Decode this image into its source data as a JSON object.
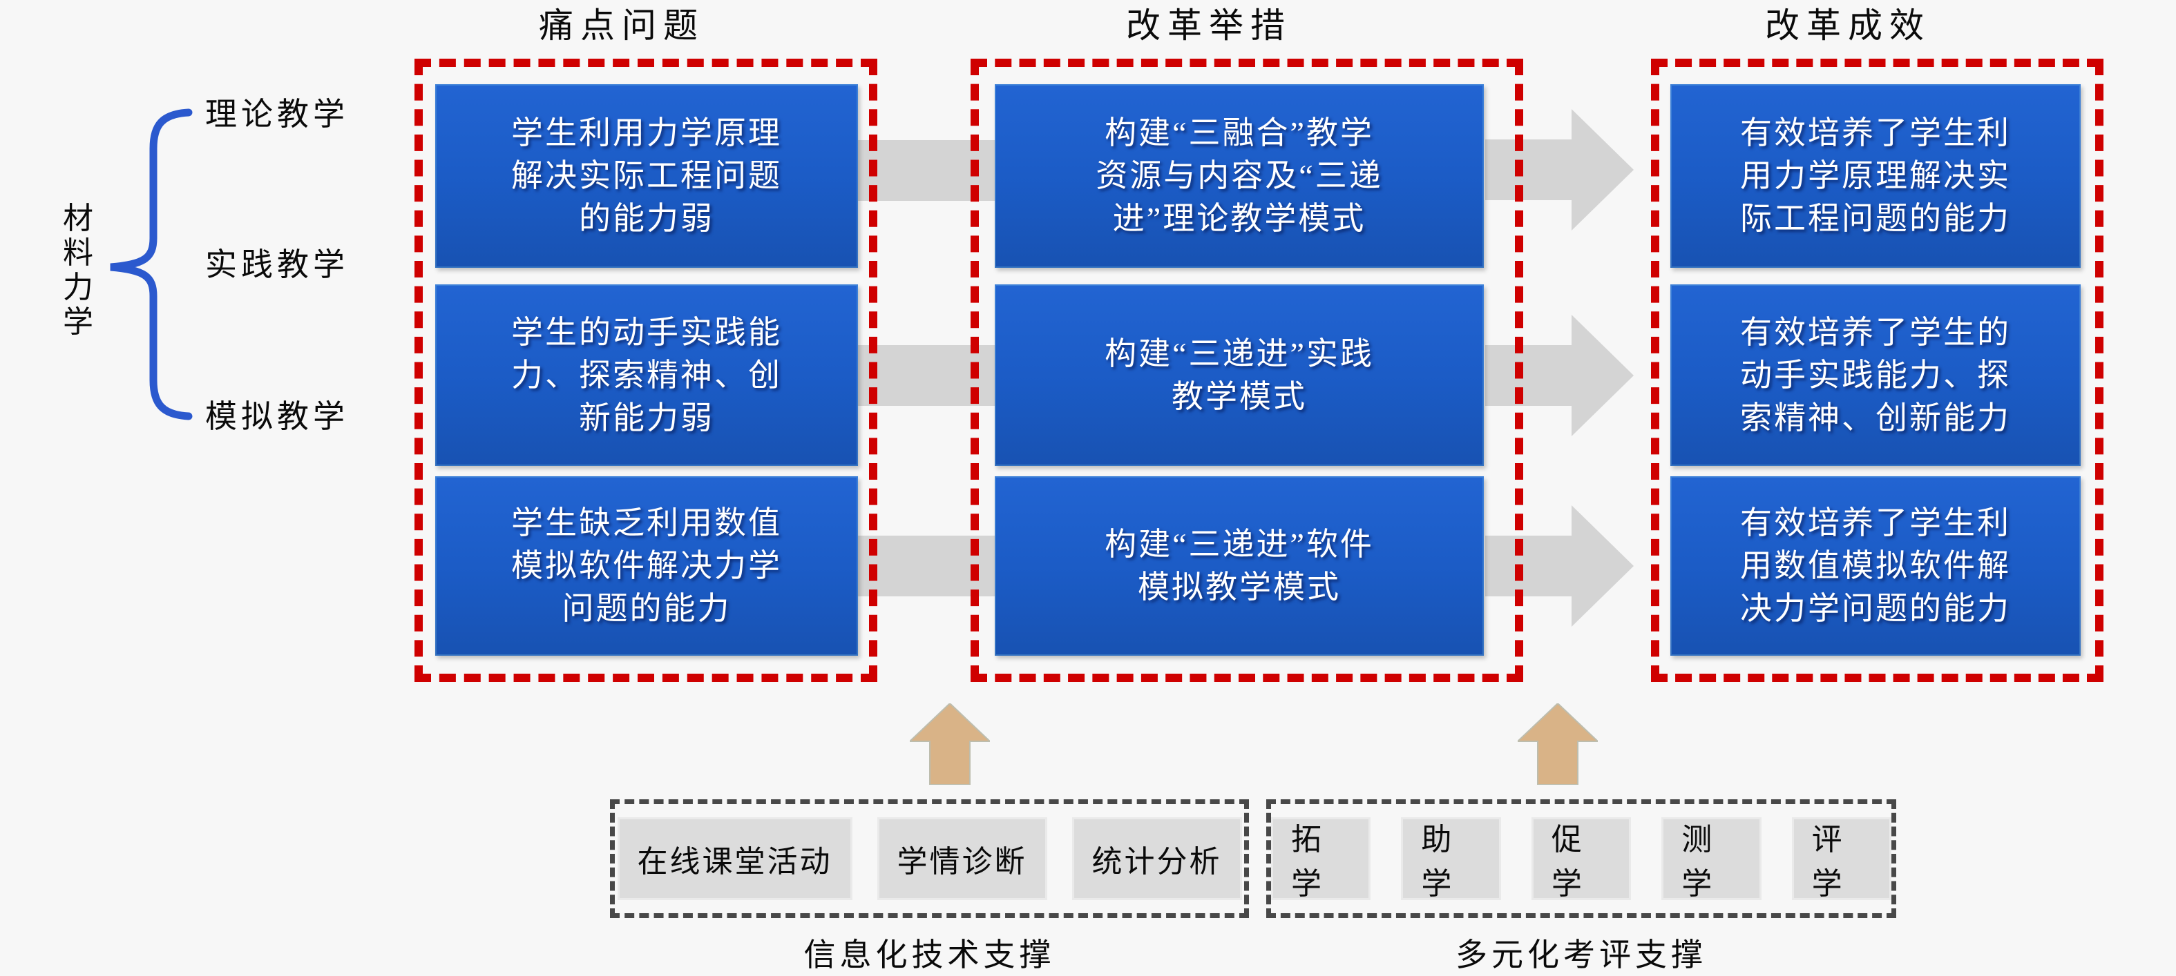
{
  "left_panel": {
    "subject": "材\n料\n力\n学",
    "branches": [
      {
        "label": "理论教学"
      },
      {
        "label": "实践教学"
      },
      {
        "label": "模拟教学"
      }
    ]
  },
  "columns": [
    {
      "header": "痛点问题",
      "boxes": [
        {
          "text": "学生利用力学原理\n解决实际工程问题\n的能力弱"
        },
        {
          "text": "学生的动手实践能\n力、探索精神、创\n新能力弱"
        },
        {
          "text": "学生缺乏利用数值\n模拟软件解决力学\n问题的能力"
        }
      ]
    },
    {
      "header": "改革举措",
      "boxes": [
        {
          "text": "构建“三融合”教学\n资源与内容及“三递\n进”理论教学模式"
        },
        {
          "text": "构建“三递进”实践\n教学模式"
        },
        {
          "text": "构建“三递进”软件\n模拟教学模式"
        }
      ]
    },
    {
      "header": "改革成效",
      "boxes": [
        {
          "text": "有效培养了学生利\n用力学原理解决实\n际工程问题的能力"
        },
        {
          "text": "有效培养了学生的\n动手实践能力、探\n索精神、创新能力"
        },
        {
          "text": "有效培养了学生利\n用数值模拟软件解\n决力学问题的能力"
        }
      ]
    }
  ],
  "supports": [
    {
      "label": "信息化技术支撑",
      "items": [
        {
          "text": "在线课堂活动"
        },
        {
          "text": "学情诊断"
        },
        {
          "text": "统计分析"
        }
      ]
    },
    {
      "label": "多元化考评支撑",
      "items": [
        {
          "text": "拓学"
        },
        {
          "text": "助学"
        },
        {
          "text": "促学"
        },
        {
          "text": "测学"
        },
        {
          "text": "评学"
        }
      ]
    }
  ],
  "colors": {
    "background": "#f7f7f7",
    "box_blue": "#1b5bc5",
    "box_text": "#ffffff",
    "dashed_red": "#cf0000",
    "connector_gray": "#d4d4d4",
    "support_arrow_tan": "#d9b387",
    "dashed_dark_gray": "#484848",
    "support_item_gray": "#dcdcdc"
  }
}
